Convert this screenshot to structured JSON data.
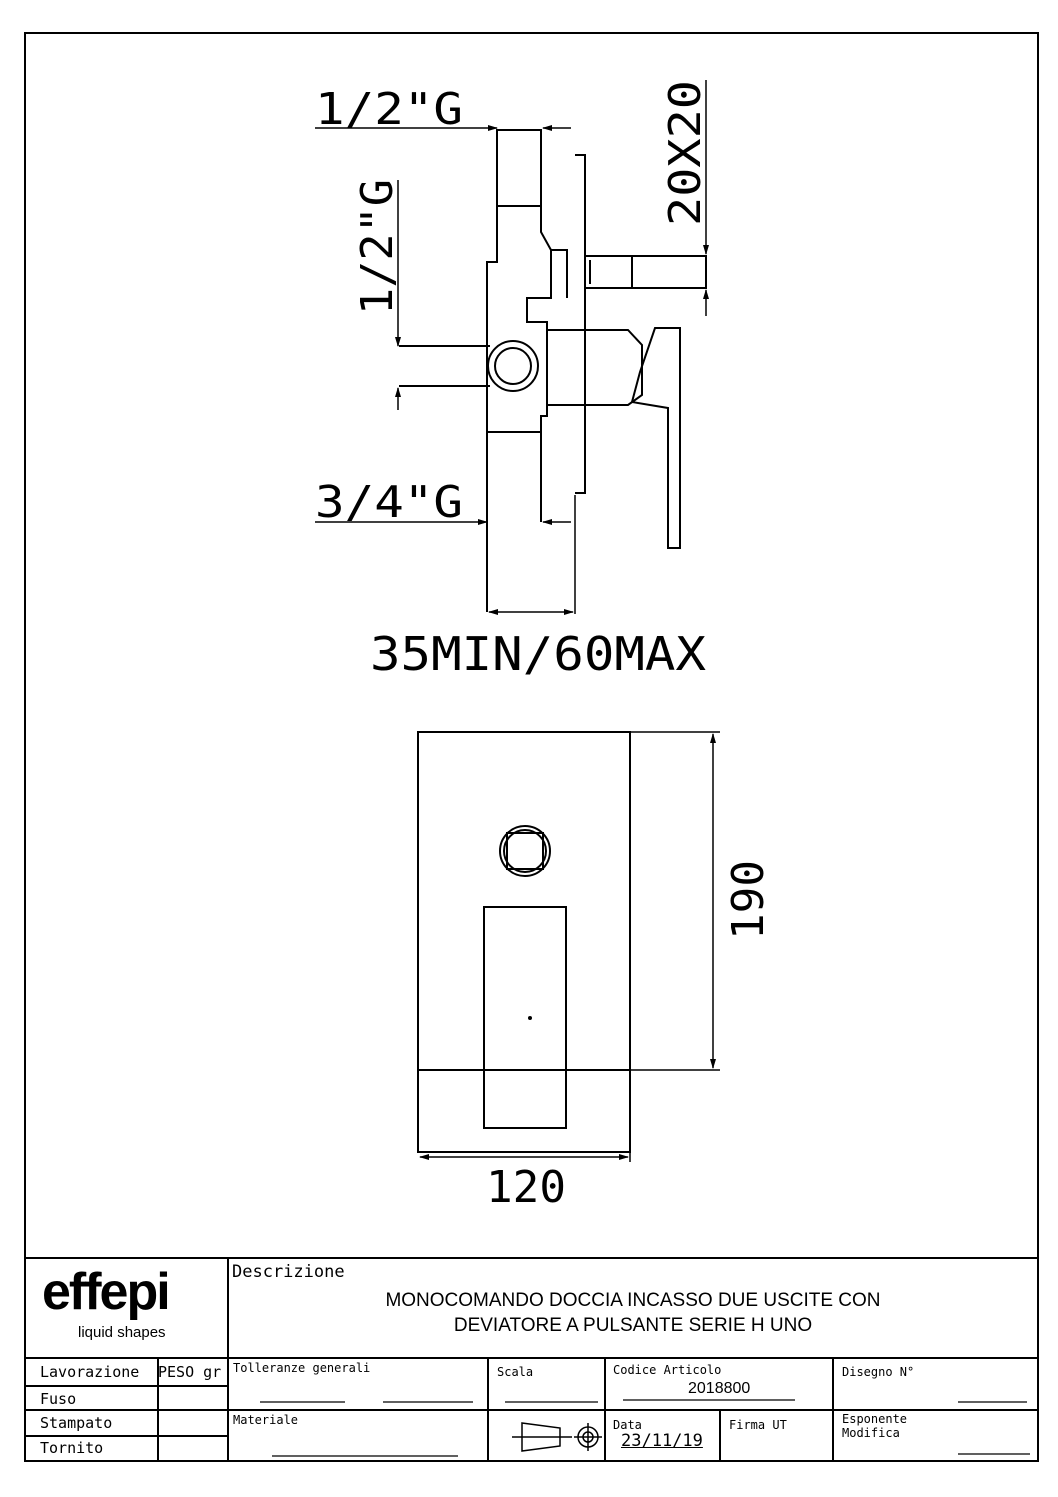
{
  "dimensions": {
    "inlet_top": "1/2\"G",
    "inlet_side": "1/2\"G",
    "outlet_bottom": "3/4\"G",
    "square_size": "20X20",
    "depth_range": "35MIN/60MAX",
    "plate_height": "190",
    "plate_width": "120"
  },
  "title_block": {
    "brand": "effepi",
    "tagline": "liquid shapes",
    "description_label": "Descrizione",
    "description_lines": [
      "MONOCOMANDO DOCCIA INCASSO DUE USCITE CON",
      "DEVIATORE A PULSANTE SERIE H UNO"
    ],
    "process_label": "Lavorazione",
    "weight_label": "PESO gr",
    "process_rows": [
      "Fuso",
      "Stampato",
      "Tornito"
    ],
    "tolerances_label": "Tolleranze generali",
    "scale_label": "Scala",
    "article_code_label": "Codice Articolo",
    "article_code": "2018800",
    "drawing_no_label": "Disegno N°",
    "material_label": "Materiale",
    "date_label": "Data",
    "date": "23/11/19",
    "signature_label": "Firma UT",
    "revision_label_1": "Esponente",
    "revision_label_2": "Modifica"
  },
  "colors": {
    "line": "#000000",
    "background": "#ffffff"
  },
  "icons": {
    "projection_symbol": "first-angle-projection-icon"
  }
}
